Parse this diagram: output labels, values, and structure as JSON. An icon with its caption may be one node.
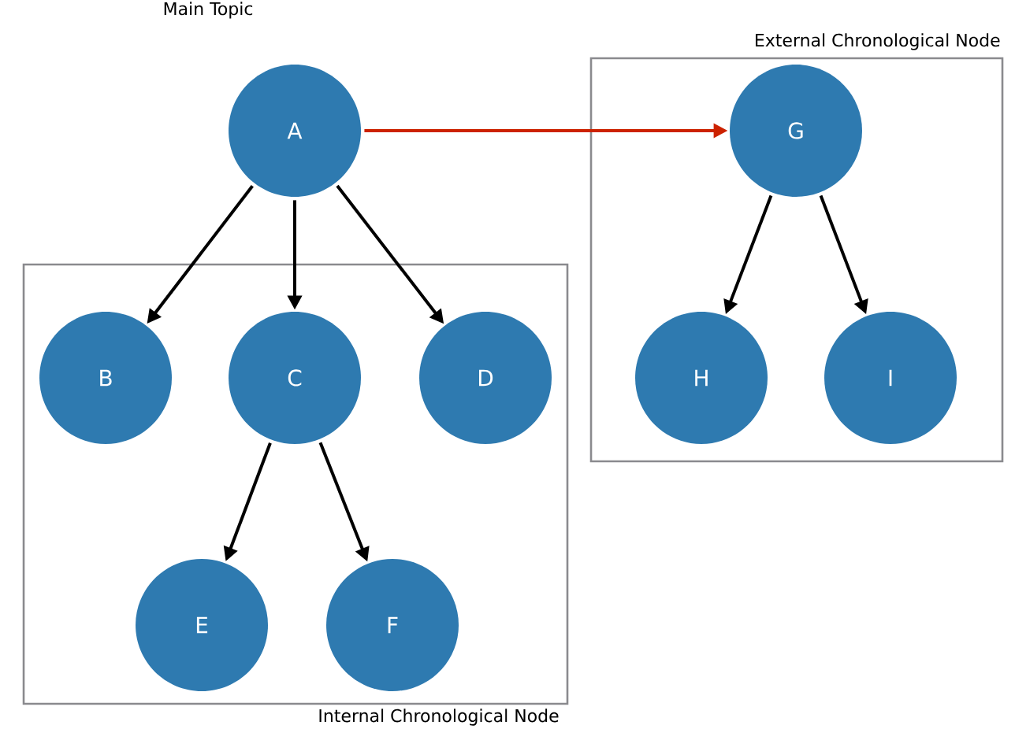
{
  "diagram": {
    "nodes": [
      {
        "text": [
          "A"
        ],
        "beside": [
          "Main Topic"
        ]
      },
      {
        "text": [
          "External Chronological Node"
        ]
      },
      {
        "text": [
          "G"
        ],
        "in": 1
      },
      {
        "text": [
          "Internal Chronological Node"
        ]
      },
      {
        "text": [
          "B"
        ],
        "in": 3
      },
      {
        "text": [
          "C"
        ],
        "in": 3
      },
      {
        "text": [
          "D"
        ],
        "in": 3
      },
      {
        "text": [
          "H"
        ],
        "in": 1
      },
      {
        "text": [
          "I"
        ],
        "in": 1
      },
      {
        "text": [
          "E"
        ],
        "in": 3
      },
      {
        "text": [
          "F"
        ],
        "in": 3
      }
    ],
    "edges": [
      {
        "from": 0,
        "to": 2,
        "arrow": "to",
        "color": "#cc2200"
      },
      {
        "from": 0,
        "to": 4,
        "arrow": "to"
      },
      {
        "from": 0,
        "to": 5,
        "arrow": "to"
      },
      {
        "from": 0,
        "to": 6,
        "arrow": "to"
      },
      {
        "from": 2,
        "to": 7,
        "arrow": "to"
      },
      {
        "from": 2,
        "to": 8,
        "arrow": "to"
      },
      {
        "from": 5,
        "to": 9,
        "arrow": "to"
      },
      {
        "from": 5,
        "to": 10,
        "arrow": "to"
      }
    ]
  }
}
